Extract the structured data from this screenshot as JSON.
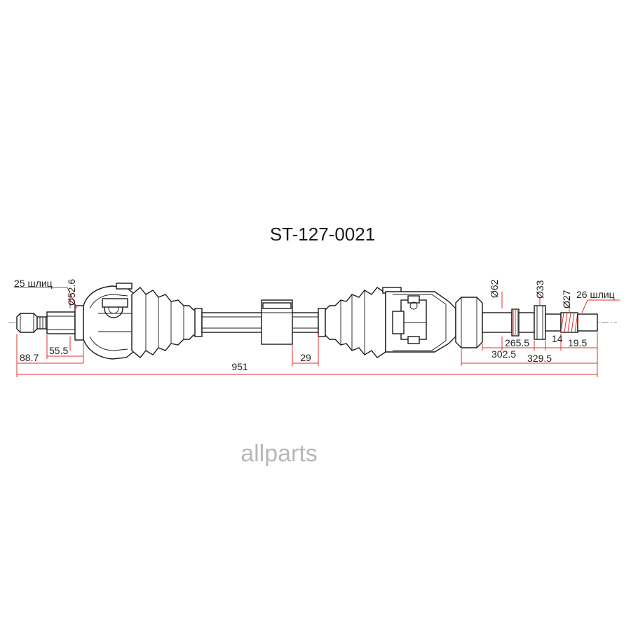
{
  "diagram": {
    "part_number": "ST-127-0021",
    "watermark": "allparts",
    "colors": {
      "outline": "#1a1a1a",
      "dimension": "#e0312c",
      "watermark": "#b8b8b8"
    }
  },
  "labels": {
    "splines_left": "25 шлиц",
    "dia_52_6": "Ø52.6",
    "dim_88_7": "88.7",
    "dim_55_5": "55.5",
    "dim_951": "951",
    "dim_29": "29",
    "dia_62": "Ø62",
    "dia_33": "Ø33",
    "dia_27": "Ø27",
    "splines_right": "26 шлиц",
    "dim_265_5": "265.5",
    "dim_14": "14",
    "dim_19_5": "19.5",
    "dim_302_5": "302.5",
    "dim_329_5": "329.5"
  }
}
